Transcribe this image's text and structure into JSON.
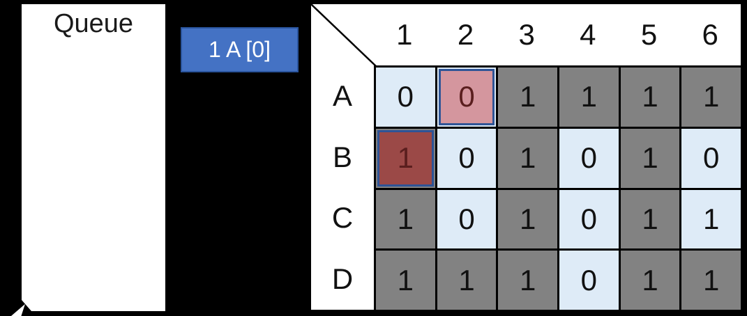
{
  "queue": {
    "title": "Queue"
  },
  "tag": {
    "label": "1 A [0]"
  },
  "colors": {
    "tag_fill": "#4472C4",
    "tag_border": "#2B559E",
    "cell_light": "#DEEBF7",
    "cell_dark": "#828282",
    "highlight_pink": "#D4969E",
    "highlight_red": "#9B4947",
    "highlight_border": "#2E5496",
    "highlight_text": "#5A1E1E"
  },
  "matrix": {
    "col_headers": [
      "1",
      "2",
      "3",
      "4",
      "5",
      "6"
    ],
    "row_headers": [
      "A",
      "B",
      "C",
      "D"
    ],
    "rows": [
      {
        "cells": [
          {
            "v": "0",
            "shade": "light"
          },
          {
            "v": "0",
            "shade": "light",
            "hl": "pink"
          },
          {
            "v": "1",
            "shade": "dark"
          },
          {
            "v": "1",
            "shade": "dark"
          },
          {
            "v": "1",
            "shade": "dark"
          },
          {
            "v": "1",
            "shade": "dark"
          }
        ]
      },
      {
        "cells": [
          {
            "v": "1",
            "shade": "dark",
            "hl": "red"
          },
          {
            "v": "0",
            "shade": "light"
          },
          {
            "v": "1",
            "shade": "dark"
          },
          {
            "v": "0",
            "shade": "light"
          },
          {
            "v": "1",
            "shade": "dark"
          },
          {
            "v": "0",
            "shade": "light"
          }
        ]
      },
      {
        "cells": [
          {
            "v": "1",
            "shade": "dark"
          },
          {
            "v": "0",
            "shade": "light"
          },
          {
            "v": "1",
            "shade": "dark"
          },
          {
            "v": "0",
            "shade": "light"
          },
          {
            "v": "1",
            "shade": "dark"
          },
          {
            "v": "1",
            "shade": "light"
          }
        ]
      },
      {
        "cells": [
          {
            "v": "1",
            "shade": "dark"
          },
          {
            "v": "1",
            "shade": "dark"
          },
          {
            "v": "1",
            "shade": "dark"
          },
          {
            "v": "0",
            "shade": "light"
          },
          {
            "v": "1",
            "shade": "dark"
          },
          {
            "v": "1",
            "shade": "dark"
          }
        ]
      }
    ]
  }
}
